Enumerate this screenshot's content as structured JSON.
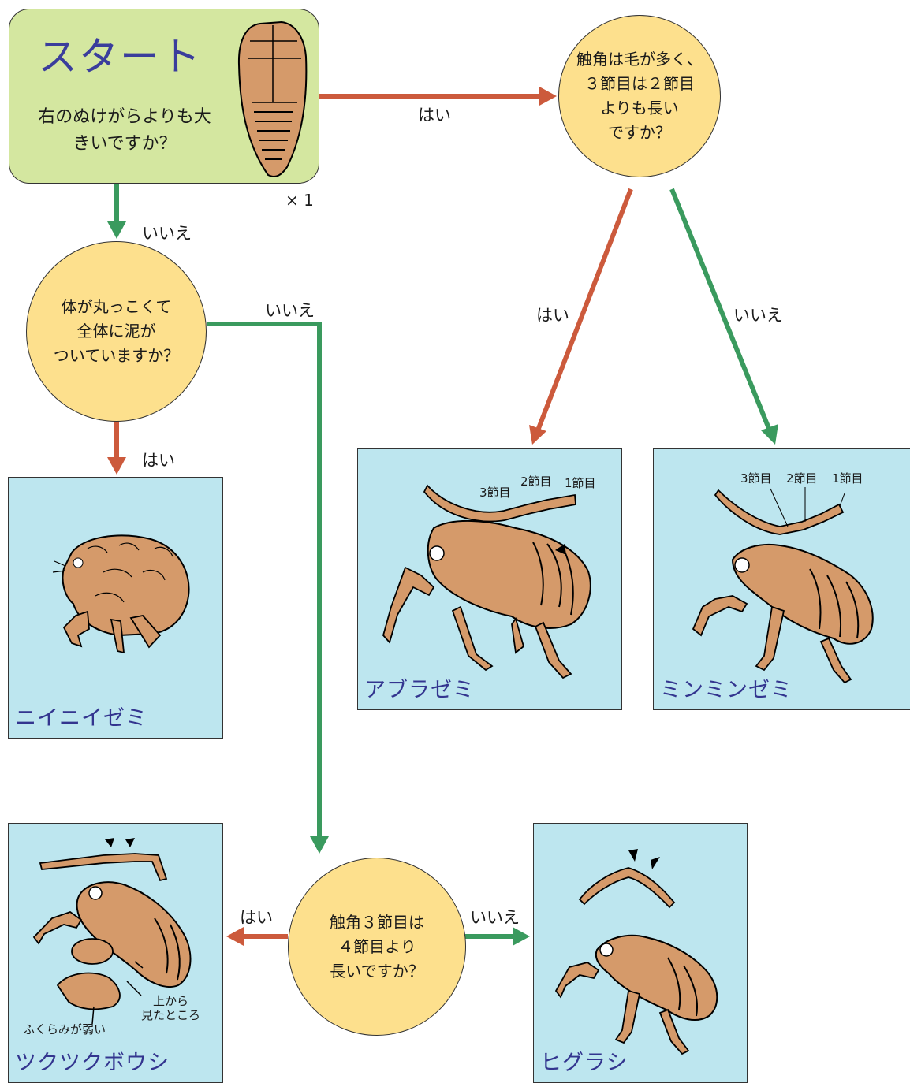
{
  "start": {
    "title": "スタート",
    "question": "右のぬけがらよりも大きいですか？",
    "scale": "× 1"
  },
  "nodes": {
    "q_antenna_hair": "触角は毛が多く、\n３節目は２節目\nよりも長い\nですか？",
    "q_round_mud": "体が丸っこくて\n全体に泥が\nついていますか？",
    "q_segment34": "触角３節目は\n４節目より\n長いですか？"
  },
  "edges": {
    "yes": "はい",
    "no": "いいえ"
  },
  "results": {
    "niiniizemi": "ニイニイゼミ",
    "aburazemi": "アブラゼミ",
    "minminzemi": "ミンミンゼミ",
    "tsukutsukuboushi": "ツクツクボウシ",
    "higurashi": "ヒグラシ"
  },
  "antenna_labels": {
    "seg3": "3節目",
    "seg2": "2節目",
    "seg1": "1節目"
  },
  "notes": {
    "bulge": "ふくらみが弱い",
    "top_view": "上から\n見たところ"
  },
  "colors": {
    "yes_arrow": "#cc5a3c",
    "no_arrow": "#3a9a5e",
    "start_bg": "#d4e7a0",
    "question_bg": "#fde08d",
    "result_bg": "#bde6ef",
    "species_text": "#33358f",
    "insect_fill": "#d59a6a"
  }
}
